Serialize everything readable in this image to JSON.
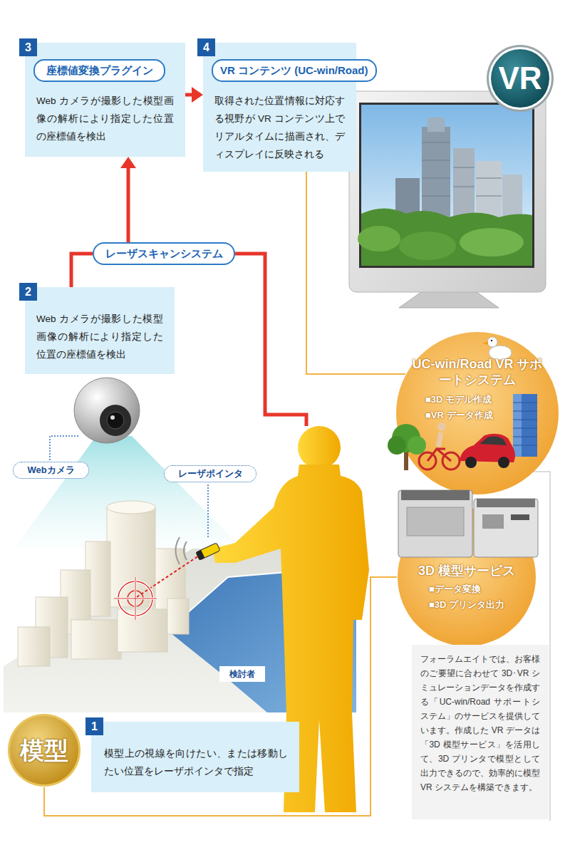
{
  "diagram": {
    "nodes": [
      {
        "text": [
          "3",
          "座標値変換プラグイン",
          "Web カメラが撮影した模型画像の解析により指定した位置の座標値を検出"
        ]
      },
      {
        "text": [
          "4",
          "VR コンテンツ (UC-win/Road)",
          "取得された位置情報に対応する視野が VR コンテンツ上でリアルタイムに描画され、ディスプレイに反映される"
        ]
      },
      {
        "text": [
          "VR"
        ]
      },
      {
        "text": [
          "レーザスキャンシステム"
        ]
      },
      {
        "text": [
          "2",
          "Web カメラが撮影した模型画像の解析により指定した位置の座標値を検出"
        ]
      },
      {
        "text": [
          "UC-win/Road VR サポートシステム",
          "■3D モデル作成",
          "■VR データ作成"
        ]
      },
      {
        "text": [
          "Webカメラ"
        ]
      },
      {
        "text": [
          "レーザポインタ"
        ]
      },
      {
        "text": [
          "3D 模型サービス",
          "■データ変換",
          "■3D プリンタ出力"
        ]
      },
      {
        "text": [
          "検討者"
        ]
      },
      {
        "text": [
          "フォーラムエイトでは、お客様のご要望に合わせて 3D･VR シミュレーションデータを作成する「UC-win/Road サポートシステム」のサービスを提供しています。作成した VR データは「3D 模型サービス」を活用して、3D プリンタで模型として出力できるので、効率的に模型 VR システムを構築できます。"
        ]
      },
      {
        "text": [
          "模型"
        ]
      },
      {
        "text": [
          "1",
          "模型上の視線を向けたい、または移動したい位置をレーザポインタで指定"
        ]
      }
    ],
    "edges": [
      {
        "from": 4,
        "to": 3,
        "arrow": "none"
      },
      {
        "from": 3,
        "to": 0,
        "arrow": "to"
      },
      {
        "from": 0,
        "to": 1,
        "arrow": "to"
      },
      {
        "from": 1,
        "to": 5,
        "arrow": "none"
      },
      {
        "from": 11,
        "to": 8,
        "arrow": "none"
      }
    ]
  }
}
